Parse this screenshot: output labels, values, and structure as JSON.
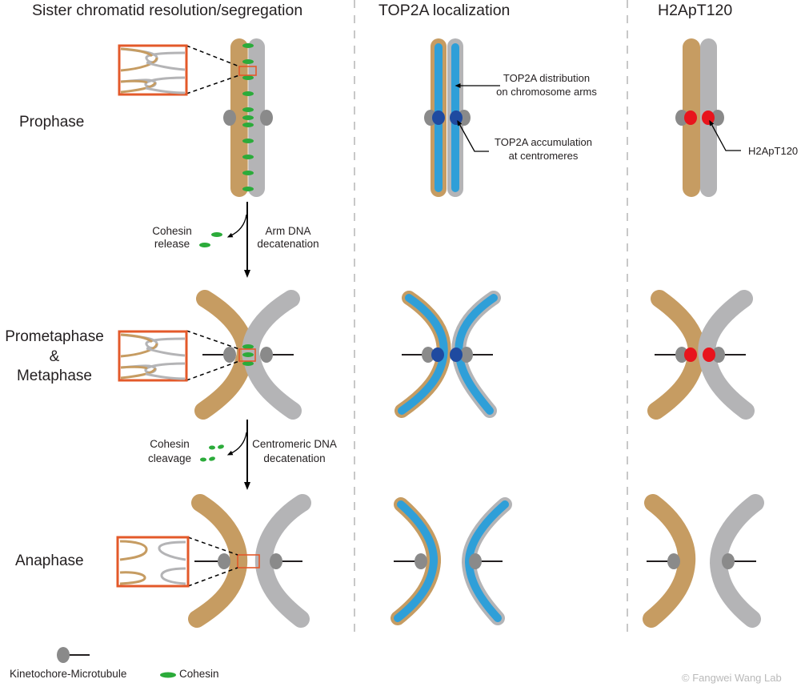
{
  "figure": {
    "columns": [
      {
        "title": "Sister chromatid resolution/segregation"
      },
      {
        "title": "TOP2A localization"
      },
      {
        "title": "H2ApT120"
      }
    ],
    "phases": [
      {
        "name": "Prophase"
      },
      {
        "name_lines": [
          "Prometaphase",
          "&",
          "Metaphase"
        ]
      },
      {
        "name": "Anaphase"
      }
    ],
    "transitions": [
      {
        "left_lines": [
          "Cohesin",
          "release"
        ],
        "right_lines": [
          "Arm DNA",
          "decatenation"
        ]
      },
      {
        "left_lines": [
          "Cohesin",
          "cleavage"
        ],
        "right_lines": [
          "Centromeric DNA",
          "decatenation"
        ]
      }
    ],
    "annotations": {
      "top2a_arms": [
        "TOP2A distribution",
        "on chromosome arms"
      ],
      "top2a_centromeres": [
        "TOP2A accumulation",
        "at centromeres"
      ],
      "h2apt120": "H2ApT120"
    },
    "legend": {
      "kinetochore": "Kinetochore-Microtubule",
      "cohesin": "Cohesin"
    },
    "credit": "© Fangwei Wang Lab",
    "colors": {
      "chromatid_tan": "#c69c62",
      "chromatid_gray": "#b4b4b6",
      "kinetochore": "#8a8a8a",
      "cohesin": "#2bab3a",
      "top2a_arm": "#2f9fd8",
      "top2a_centromere": "#1f4aa0",
      "h2apt120": "#e8141c",
      "zoom_box": "#e3592a",
      "divider": "#c8c8c8"
    }
  }
}
